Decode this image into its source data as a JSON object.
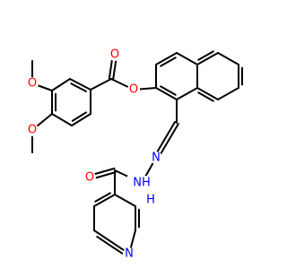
{
  "molecule": {
    "atoms": {
      "o_carbonyl_ester": {
        "label": "O",
        "color": "#ff0000"
      },
      "o_ester": {
        "label": "O",
        "color": "#ff0000"
      },
      "o_methoxy_3": {
        "label": "O",
        "color": "#ff0000"
      },
      "o_methoxy_4": {
        "label": "O",
        "color": "#ff0000"
      },
      "n_imine": {
        "label": "N",
        "color": "#0000ff"
      },
      "nh_hydrazide": {
        "label": "NH",
        "color": "#0000ff"
      },
      "h_hydrazide": {
        "label": "H",
        "color": "#0000ff"
      },
      "o_amide": {
        "label": "O",
        "color": "#ff0000"
      },
      "n_pyridine": {
        "label": "N",
        "color": "#0000ff"
      }
    },
    "bond_color": "#000000"
  }
}
